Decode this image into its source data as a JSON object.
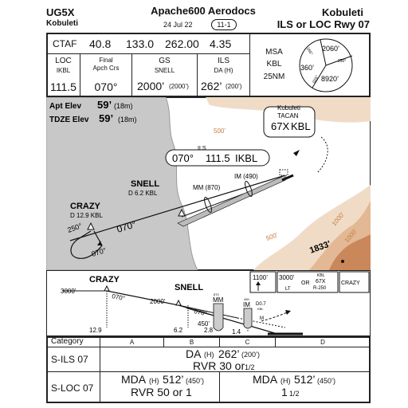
{
  "header": {
    "code": "UG5X",
    "city": "Kobuleti",
    "publisher": "Apache600 Aerodocs",
    "date": "24 Jul 22",
    "page": "11-1",
    "airport": "Kobuleti",
    "procedure": "ILS or LOC Rwy 07"
  },
  "freq": {
    "ctaf_label": "CTAF",
    "values": [
      "40.8",
      "133.0",
      "262.00",
      "4.35"
    ]
  },
  "approach": {
    "loc_label": "LOC",
    "loc_id": "IKBL",
    "loc_freq": "111.5",
    "crs_label1": "Final",
    "crs_label2": "Apch Crs",
    "crs_value": "070°",
    "gs_label": "GS",
    "gs_fix": "SNELL",
    "gs_alt": "2000’",
    "gs_alt_sub": "(2000’)",
    "ils_label": "ILS",
    "ils_da": "DA (H)",
    "ils_value": "262’",
    "ils_value_sub": "(200’)"
  },
  "msa": {
    "label1": "MSA",
    "label2": "KBL",
    "label3": "25NM",
    "alt_a": "2060’",
    "alt_b": "360’",
    "alt_c": "8920’",
    "brg_a": "250°",
    "brg_b": "165°",
    "brg_c": "025°"
  },
  "elevations": {
    "apt_label": "Apt Elev",
    "apt_value": "59’",
    "apt_sub": "(18m)",
    "tdze_label": "TDZE Elev",
    "tdze_value": "59’",
    "tdze_sub": "(18m)"
  },
  "plan": {
    "tacan_name": "Kobuleti",
    "tacan_label": "TACAN",
    "tacan_freq": "67X",
    "tacan_id": "KBL",
    "ils_label": "ILS",
    "ils_crs": "070°",
    "ils_freq": "111.5",
    "ils_id": "IKBL",
    "im_label": "IM (490)",
    "mm_label": "MM (870)",
    "snell": "SNELL",
    "snell_dme": "D 6.2 KBL",
    "crazy": "CRAZY",
    "crazy_dme": "D 12.9 KBL",
    "crs_070": "070°",
    "hold_in": "250°",
    "hold_out": "070°",
    "terrain_500a": "500’",
    "terrain_500b": "500’",
    "terrain_1000a": "1000’",
    "terrain_1000b": "1000’",
    "peak": "1833’"
  },
  "profile": {
    "crazy": "CRAZY",
    "crazy_alt": "3000’",
    "crs": "070°",
    "snell": "SNELL",
    "snell_alt": "2000’",
    "snell_crs": "070°",
    "mm": "MM",
    "mm_elev": "870",
    "im": "IM",
    "im_elev": "490",
    "d07": "D0.7",
    "d07_sub": "KBL",
    "m_label": "M",
    "alt_450": "450’",
    "d129": "12.9",
    "d62": "6.2",
    "d28": "2.8",
    "d14": "1.4",
    "ma_alt1": "1100’",
    "ma_alt2": "3000’",
    "ma_lt": "LT",
    "ma_or": "OR",
    "ma_kbl": "KBL",
    "ma_67x": "67X",
    "ma_r250": "R-250",
    "ma_crazy": "CRAZY"
  },
  "minima": {
    "category_label": "Category",
    "categories": [
      "A",
      "B",
      "C",
      "D"
    ],
    "sils_label": "S-ILS 07",
    "sils_da": "DA",
    "sils_h": "(H)",
    "sils_value": "262’",
    "sils_value_sub": "(200’)",
    "sils_rvr": "RVR 30 or",
    "sils_rvr_frac": "1/2",
    "sloc_label": "S-LOC 07",
    "sloc_ab_mda": "MDA",
    "sloc_ab_h": "(H)",
    "sloc_ab_value": "512’",
    "sloc_ab_sub": "(450’)",
    "sloc_ab_rvr": "RVR 50 or 1",
    "sloc_cd_mda": "MDA",
    "sloc_cd_h": "(H)",
    "sloc_cd_value": "512’",
    "sloc_cd_sub": "(450’)",
    "sloc_cd_vis": "1",
    "sloc_cd_frac": "1/2"
  },
  "colors": {
    "sea": "#c8c8c8",
    "terrain_light": "#f0dcc6",
    "terrain_mid": "#e2b994",
    "terrain_dark": "#c9875a",
    "terrain_text": "#c57c3e"
  }
}
